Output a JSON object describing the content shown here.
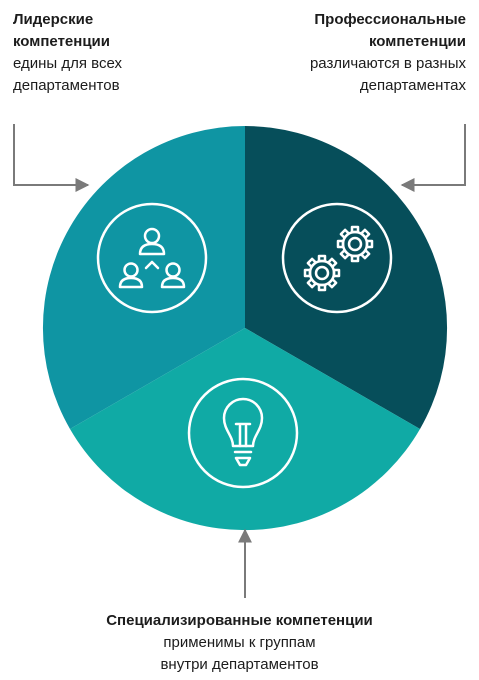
{
  "segments": {
    "leadership": {
      "title_line1": "Лидерские",
      "title_line2": "компетенции",
      "desc_line1": "едины для всех",
      "desc_line2": "департаментов",
      "icon": "people-hierarchy-icon",
      "color": "#0f95a3"
    },
    "professional": {
      "title_line1": "Профессиональные",
      "title_line2": "компетенции",
      "desc_line1": "различаются в разных",
      "desc_line2": "департаментах",
      "icon": "gears-icon",
      "color": "#064e5a"
    },
    "specialized": {
      "title_line1": "Специализированные компетенции",
      "desc_line1": "применимы к группам",
      "desc_line2": "внутри департаментов",
      "icon": "lightbulb-icon",
      "color": "#10aaa5"
    }
  },
  "colors": {
    "arrow": "#7a7a7a",
    "icon_stroke": "#ffffff"
  }
}
